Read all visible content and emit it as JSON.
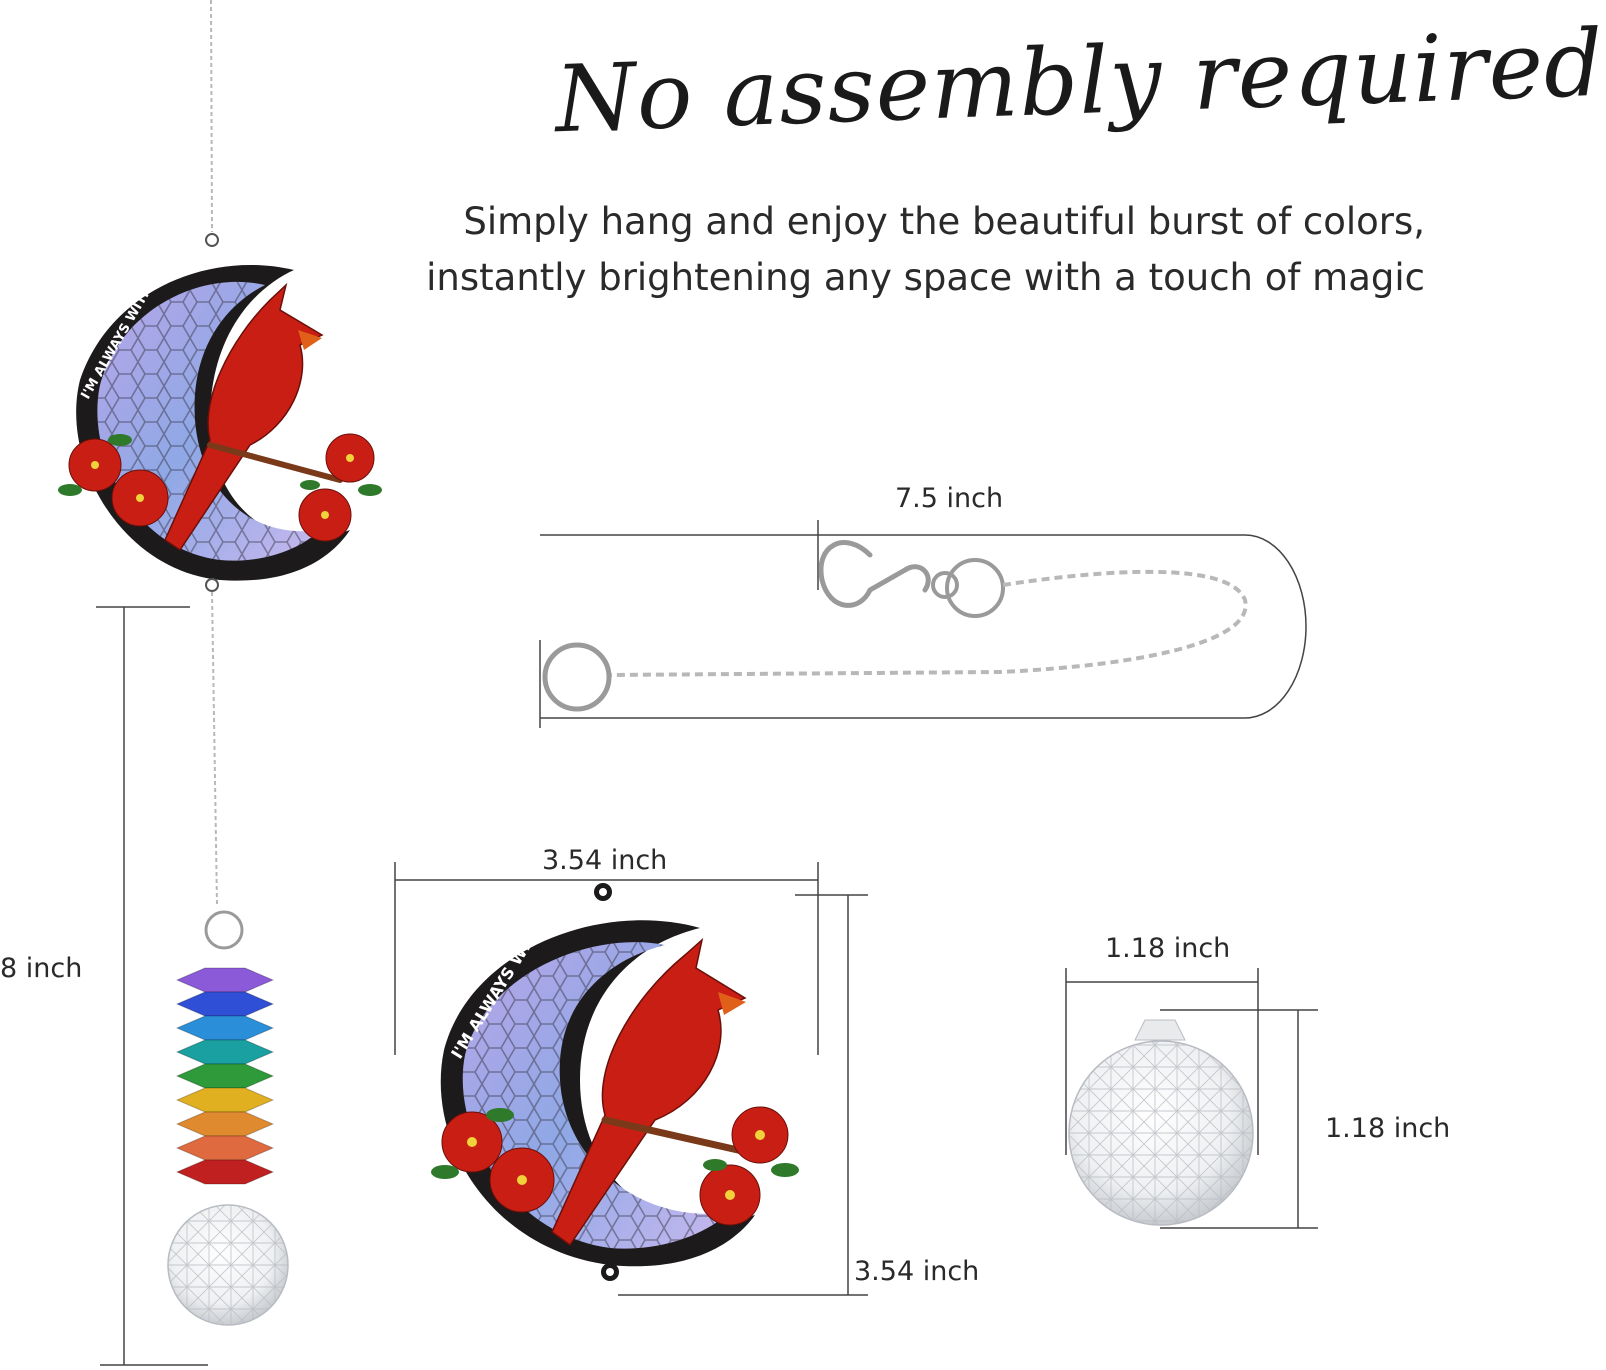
{
  "headline": "No assembly required",
  "subtitle_line1": "Simply hang and enjoy the beautiful burst of colors,",
  "subtitle_line2": "instantly brightening any space with a touch of magic",
  "ornament_text": "I'M ALWAYS WITH YOU",
  "dimensions": {
    "total_length": "8 inch",
    "chain_length": "7.5 inch",
    "ornament_width": "3.54 inch",
    "ornament_height": "3.54 inch",
    "crystal_width": "1.18 inch",
    "crystal_height": "1.18 inch"
  },
  "colors": {
    "cardinal_red": "#c81e14",
    "moon_black": "#1c1a1a",
    "glass_blue": "#8fa8e6",
    "glass_violet": "#b9a6e8",
    "leaf_green": "#2f7a2a",
    "chain_silver": "#b8b8b8"
  },
  "bead_colors": [
    "#8a5ad8",
    "#2f4fd6",
    "#2a8fd8",
    "#1aa0a0",
    "#2f9a3a",
    "#e0b020",
    "#e08a30",
    "#e06a40",
    "#c02020"
  ]
}
